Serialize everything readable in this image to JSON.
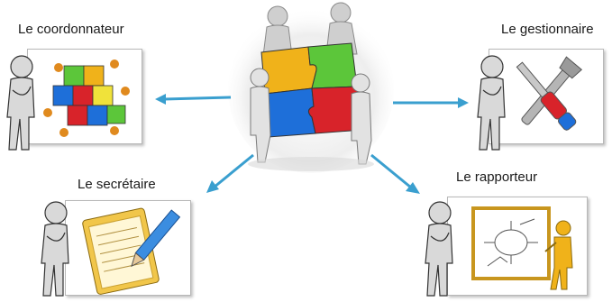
{
  "roles": {
    "coordonnateur": {
      "label": "Le coordonnateur",
      "icon": "puzzle-team-icon"
    },
    "gestionnaire": {
      "label": "Le gestionnaire",
      "icon": "tools-icon"
    },
    "secretaire": {
      "label": "Le secrétaire",
      "icon": "notepad-pen-icon"
    },
    "rapporteur": {
      "label": "Le rapporteur",
      "icon": "presentation-board-icon"
    }
  },
  "center": {
    "icon": "team-puzzle-icon"
  },
  "colors": {
    "arrow": "#3a9fcf",
    "puzzle_blue": "#1e6fd9",
    "puzzle_green": "#5cc63a",
    "puzzle_red": "#d8232a",
    "puzzle_yellow": "#f0b21a",
    "figure_gray": "#6e6e6e"
  }
}
